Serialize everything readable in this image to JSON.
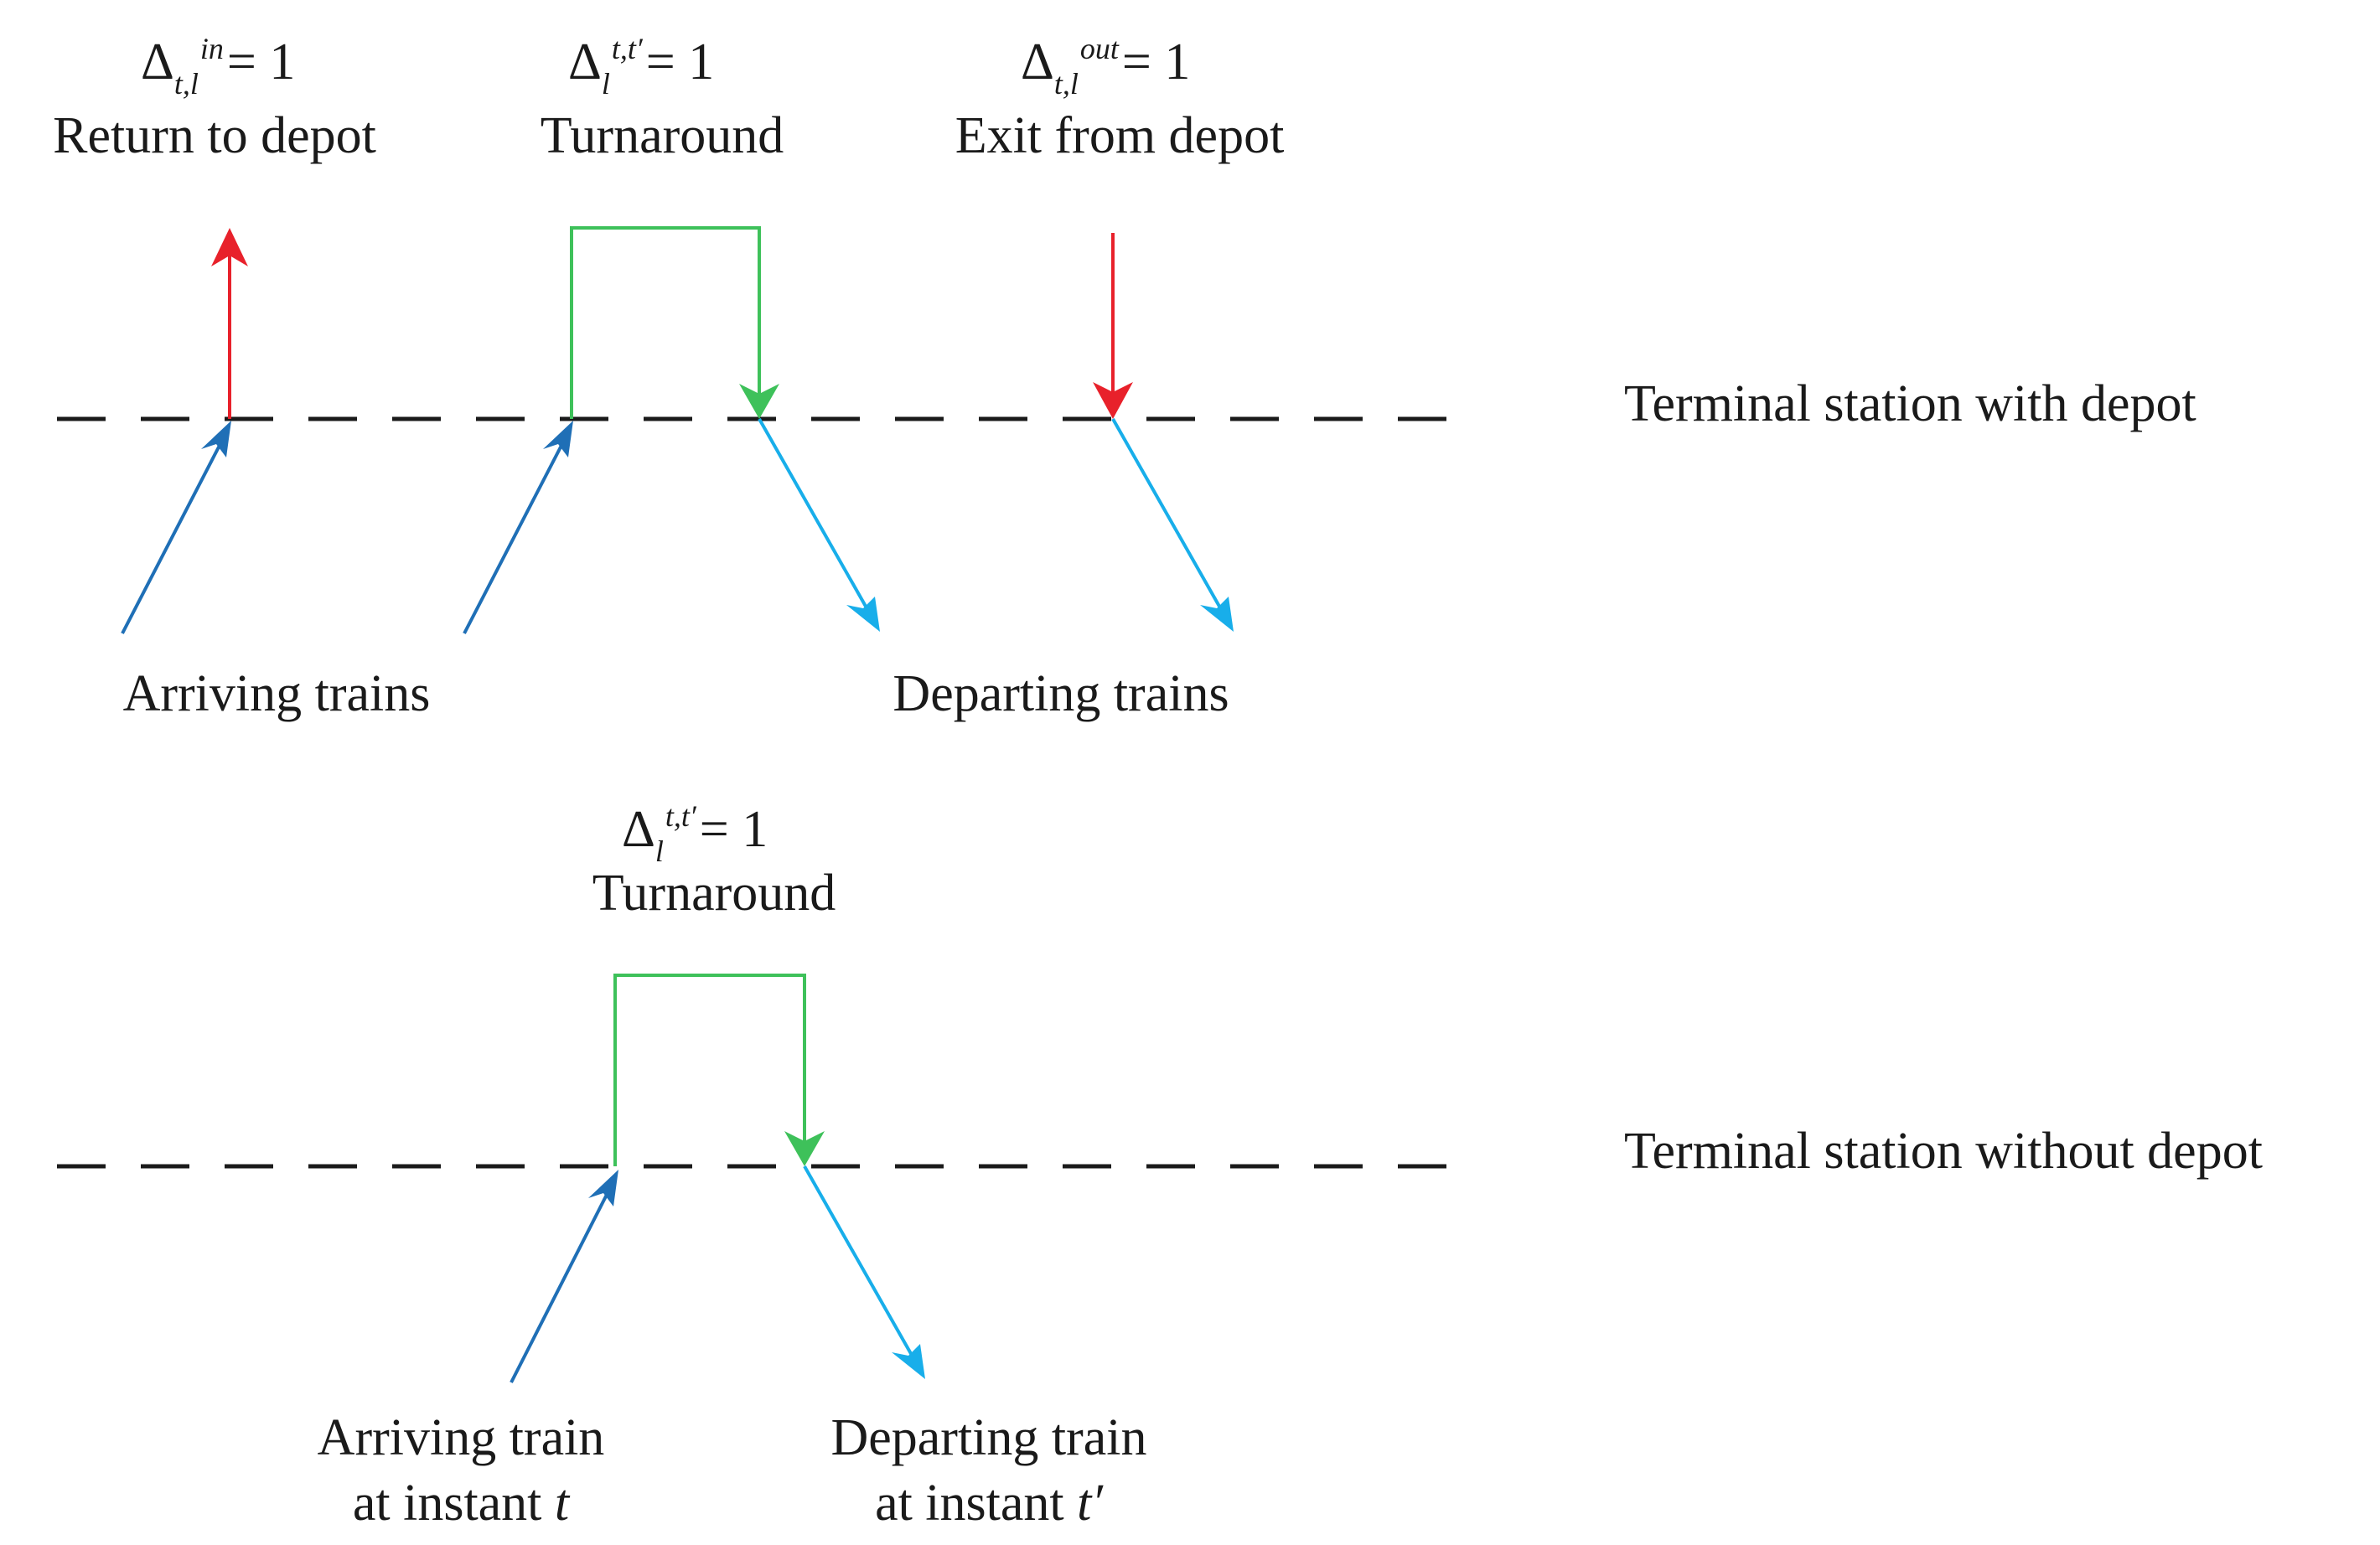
{
  "top": {
    "return_to_depot": {
      "delta_symbol": "Δ",
      "sub": "t,l",
      "sup": "in",
      "equals": "= 1",
      "label": "Return to depot"
    },
    "turnaround": {
      "delta_symbol": "Δ",
      "sub": "l",
      "sup": "t,t′",
      "equals": "= 1",
      "label": "Turnaround"
    },
    "exit_from_depot": {
      "delta_symbol": "Δ",
      "sub": "t,l",
      "sup": "out",
      "equals": "= 1",
      "label": "Exit from depot"
    },
    "station_label": "Terminal station with depot",
    "arriving_label": "Arriving trains",
    "departing_label": "Departing trains"
  },
  "bottom": {
    "turnaround": {
      "delta_symbol": "Δ",
      "sub": "l",
      "sup": "t,t′",
      "equals": "= 1",
      "label": "Turnaround"
    },
    "station_label": "Terminal station without depot",
    "arriving_line1": "Arriving train",
    "arriving_line2_prefix": "at instant ",
    "arriving_line2_var": "t",
    "departing_line1": "Departing train",
    "departing_line2_prefix": "at instant ",
    "departing_line2_var": "t′"
  },
  "colors": {
    "depot_move": "#e8212b",
    "turnaround": "#3ec15a",
    "arriving": "#1f6fb6",
    "departing": "#18aeea",
    "track": "#1a1a1a"
  }
}
